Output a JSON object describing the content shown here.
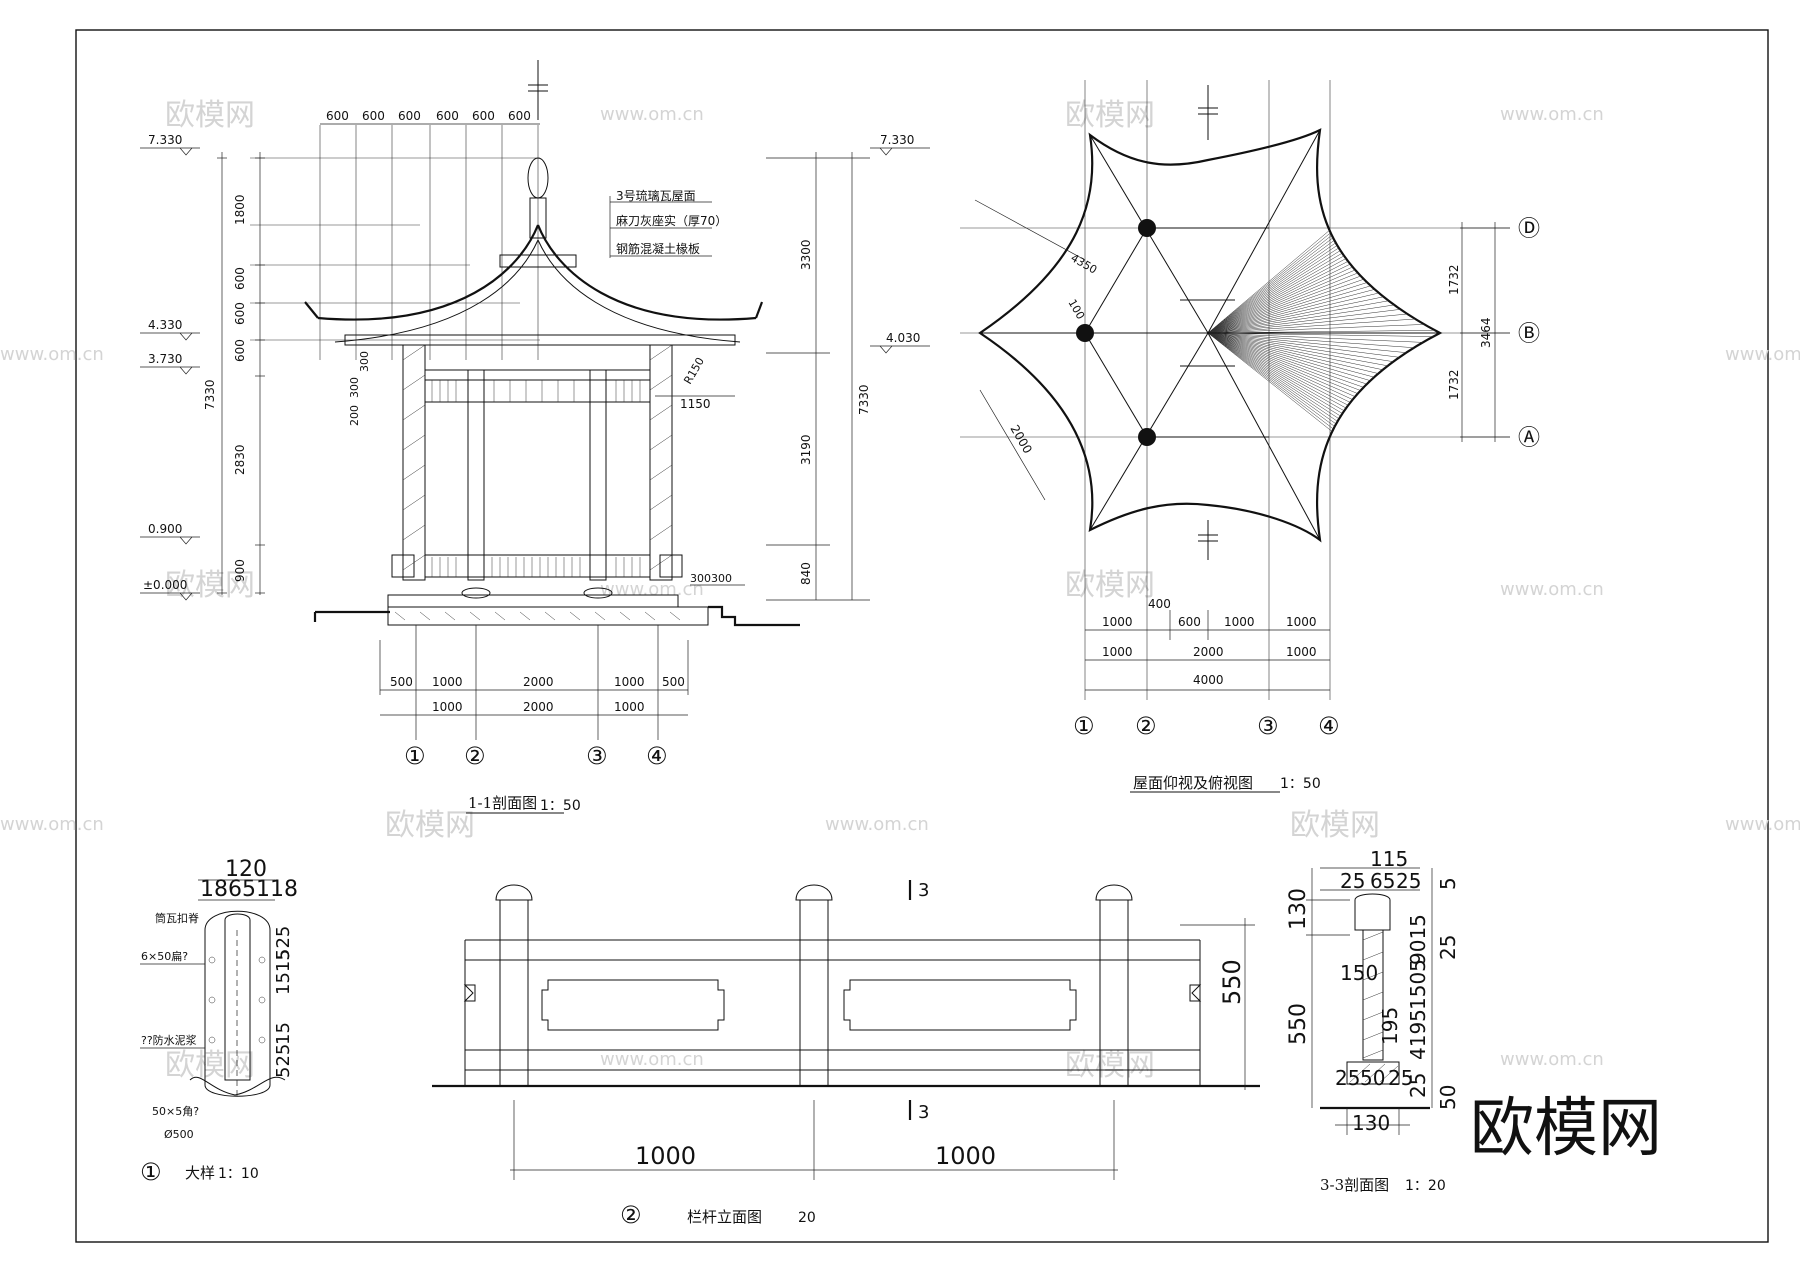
{
  "watermark": {
    "site": "www.om.cn",
    "brand": "欧模网"
  },
  "section_1_1": {
    "title": "1-1剖面图",
    "scale": "1：50",
    "elev_labels": [
      "7.330",
      "4.330",
      "3.730",
      "0.900",
      "±0.000"
    ],
    "elev_right": [
      "7.330",
      "4.030"
    ],
    "top_dims": [
      "600",
      "600",
      "600",
      "600",
      "600",
      "600"
    ],
    "left_dims_inner": [
      "1800",
      "600",
      "600",
      "600",
      "2830",
      "900"
    ],
    "left_dim_total": "7330",
    "right_dims_inner": [
      "3300",
      "3190",
      "840"
    ],
    "right_dim_total": "7330",
    "roof_notes": [
      "3号琉璃瓦屋面",
      "麻刀灰座实（厚70）",
      "钢筋混凝土椽板"
    ],
    "small_dims": [
      "300",
      "200",
      "300",
      "R150",
      "1150",
      "300300"
    ],
    "bottom_row1": [
      "500",
      "1000",
      "2000",
      "1000",
      "500"
    ],
    "bottom_row2": [
      "1000",
      "2000",
      "1000"
    ],
    "axes": [
      "①",
      "②",
      "③",
      "④"
    ]
  },
  "roof_plan": {
    "title": "屋面仰视及俯视图",
    "scale": "1：50",
    "axis_letters": [
      "Ⓓ",
      "Ⓑ",
      "Ⓐ"
    ],
    "right_dims": [
      "1732",
      "1732"
    ],
    "right_total": "3464",
    "diag_dims": [
      "4350",
      "100",
      "2000"
    ],
    "row1": [
      "1000",
      "400",
      "600",
      "1000",
      "1000"
    ],
    "row2": [
      "1000",
      "2000",
      "1000"
    ],
    "row3": [
      "4000"
    ],
    "axes": [
      "①",
      "②",
      "③",
      "④"
    ]
  },
  "detail_1": {
    "marker": "①",
    "title": "大样",
    "scale": "1：10",
    "top_dim": "120",
    "sub_dims": "1865118",
    "notes": [
      "筒瓦扣脊",
      "6×50扁?",
      "??防水泥浆",
      "50×5角?",
      "Ø500"
    ],
    "right_dims": [
      "525",
      "1515",
      "15",
      "525"
    ]
  },
  "railing": {
    "marker": "②",
    "title": "栏杆立面图",
    "scale": "20",
    "section_mark": "3",
    "height_dim": "550",
    "bottom_dims": [
      "1000",
      "1000"
    ]
  },
  "section_3_3": {
    "title": "3-3剖面图",
    "scale": "1：20",
    "top_dims": [
      "115",
      "25",
      "65",
      "25"
    ],
    "left_dims": [
      "130",
      "550"
    ],
    "right_dims": [
      "5",
      "9015",
      "25",
      "1505",
      "1505",
      "4195",
      "25",
      "25",
      "50"
    ],
    "inner_dims": [
      "150",
      "195",
      "25",
      "50",
      "25"
    ],
    "bottom_dim": "130"
  }
}
